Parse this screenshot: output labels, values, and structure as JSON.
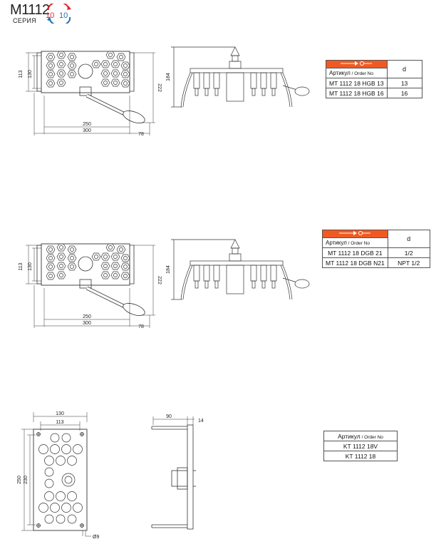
{
  "header": {
    "series_code": "M1112",
    "series_label": "СЕРИЯ",
    "logo_top": "10",
    "logo_bottom": "10"
  },
  "colors": {
    "accent": "#f05a22",
    "logo_red": "#e3262d",
    "logo_blue": "#1f6fb5"
  },
  "section1": {
    "dims": {
      "d113": "113",
      "d130": "130",
      "d222": "222",
      "d250": "250",
      "d300": "300",
      "d78": "78",
      "d184": "184"
    },
    "table": {
      "icon": "coupling-connector-icon",
      "article_label": "Артикул",
      "order_label": " / Order No",
      "d_header": "d",
      "rows": [
        {
          "article": "MT 1112 18 HGB 13",
          "d": "13"
        },
        {
          "article": "MT 1112 18 HGB 16",
          "d": "16"
        }
      ]
    }
  },
  "section2": {
    "dims": {
      "d113": "113",
      "d130": "130",
      "d222": "222",
      "d250": "250",
      "d300": "300",
      "d78": "78",
      "d184": "184"
    },
    "table": {
      "icon": "coupling-connector-icon",
      "article_label": "Артикул",
      "order_label": " / Order No",
      "d_header": "d",
      "rows": [
        {
          "article": "MT 1112 18 DGB 21",
          "d": "1/2"
        },
        {
          "article": "MT 1112 18 DGB N21",
          "d": "NPT 1/2"
        }
      ]
    }
  },
  "section3": {
    "dims": {
      "d130": "130",
      "d113": "113",
      "d250": "250",
      "d230": "230",
      "d9": "Ø9",
      "d90": "90",
      "d14": "14"
    },
    "table": {
      "article_label": "Артикул",
      "order_label": " / Order No",
      "rows": [
        {
          "article": "KT 1112 18V"
        },
        {
          "article": "KT 1112 18"
        }
      ]
    }
  }
}
